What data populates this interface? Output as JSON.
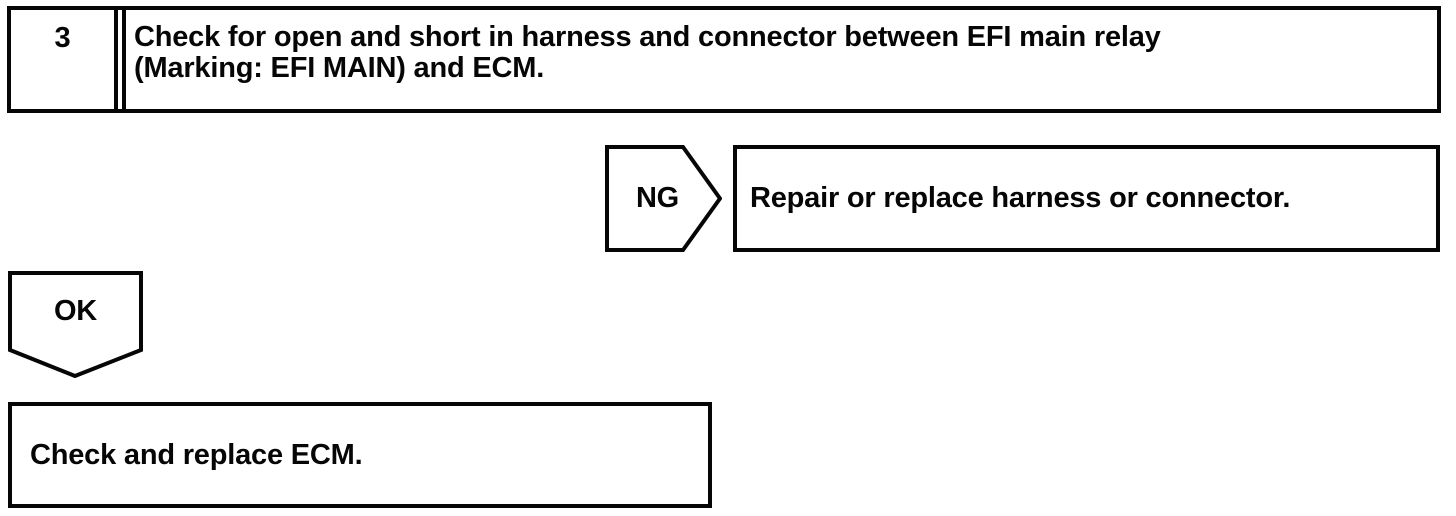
{
  "flowchart": {
    "step": {
      "number": "3",
      "instruction_line1": "Check for open and short in harness and connector between EFI main relay",
      "instruction_line2": "(Marking: EFI MAIN) and ECM."
    },
    "ng_branch": {
      "label": "NG",
      "action": "Repair or replace harness or connector."
    },
    "ok_branch": {
      "label": "OK"
    },
    "final_step": {
      "action": "Check and replace ECM."
    },
    "colors": {
      "line": "#060606",
      "background": "#ffffff"
    }
  }
}
